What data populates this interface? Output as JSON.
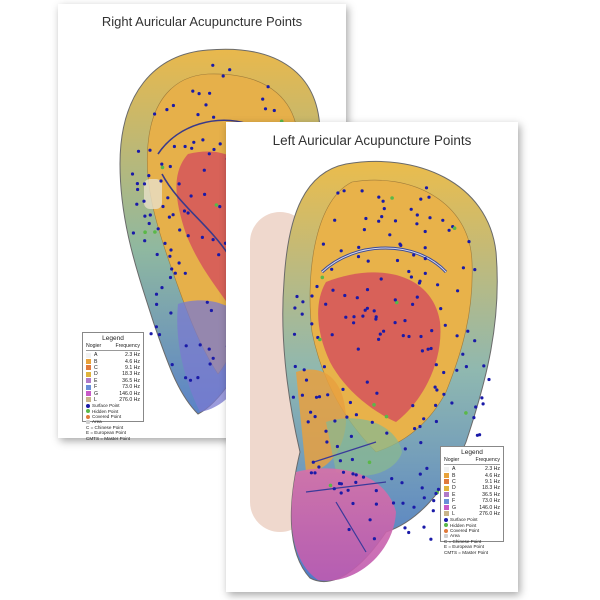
{
  "right_poster": {
    "title": "Right Auricular Acupuncture Points"
  },
  "left_poster": {
    "title": "Left Auricular Acupuncture Points"
  },
  "legend": {
    "title": "Legend",
    "col_nogier": "Nogier",
    "col_frequency": "Frequency",
    "rows": [
      {
        "letter": "A",
        "freq": "2.3 Hz",
        "color": "#f2f2f2"
      },
      {
        "letter": "B",
        "freq": "4.6 Hz",
        "color": "#e8a23a"
      },
      {
        "letter": "C",
        "freq": "9.1 Hz",
        "color": "#e07a3c"
      },
      {
        "letter": "D",
        "freq": "18.3 Hz",
        "color": "#e0b43c"
      },
      {
        "letter": "E",
        "freq": "36.5 Hz",
        "color": "#b07ac8"
      },
      {
        "letter": "F",
        "freq": "73.0 Hz",
        "color": "#6a8fd8"
      },
      {
        "letter": "G",
        "freq": "146.0 Hz",
        "color": "#c85ac8"
      },
      {
        "letter": "L",
        "freq": "276.0 Hz",
        "color": "#c8b48a"
      }
    ],
    "key_surface": "Surface Point",
    "key_hidden": "Hidden Point",
    "key_covered": "Covered Point",
    "key_area": "Area",
    "key_chinese": "C = Chinese Point",
    "key_european": "E = European Point",
    "key_master": "CMTS = Master Point"
  },
  "colors": {
    "yellow": "#e8b84a",
    "red": "#d8585a",
    "blue": "#4f86c0",
    "purple": "#8a6ac0",
    "pink": "#d866b0",
    "dot": "#1a1aa8",
    "green": "#5ab848"
  }
}
